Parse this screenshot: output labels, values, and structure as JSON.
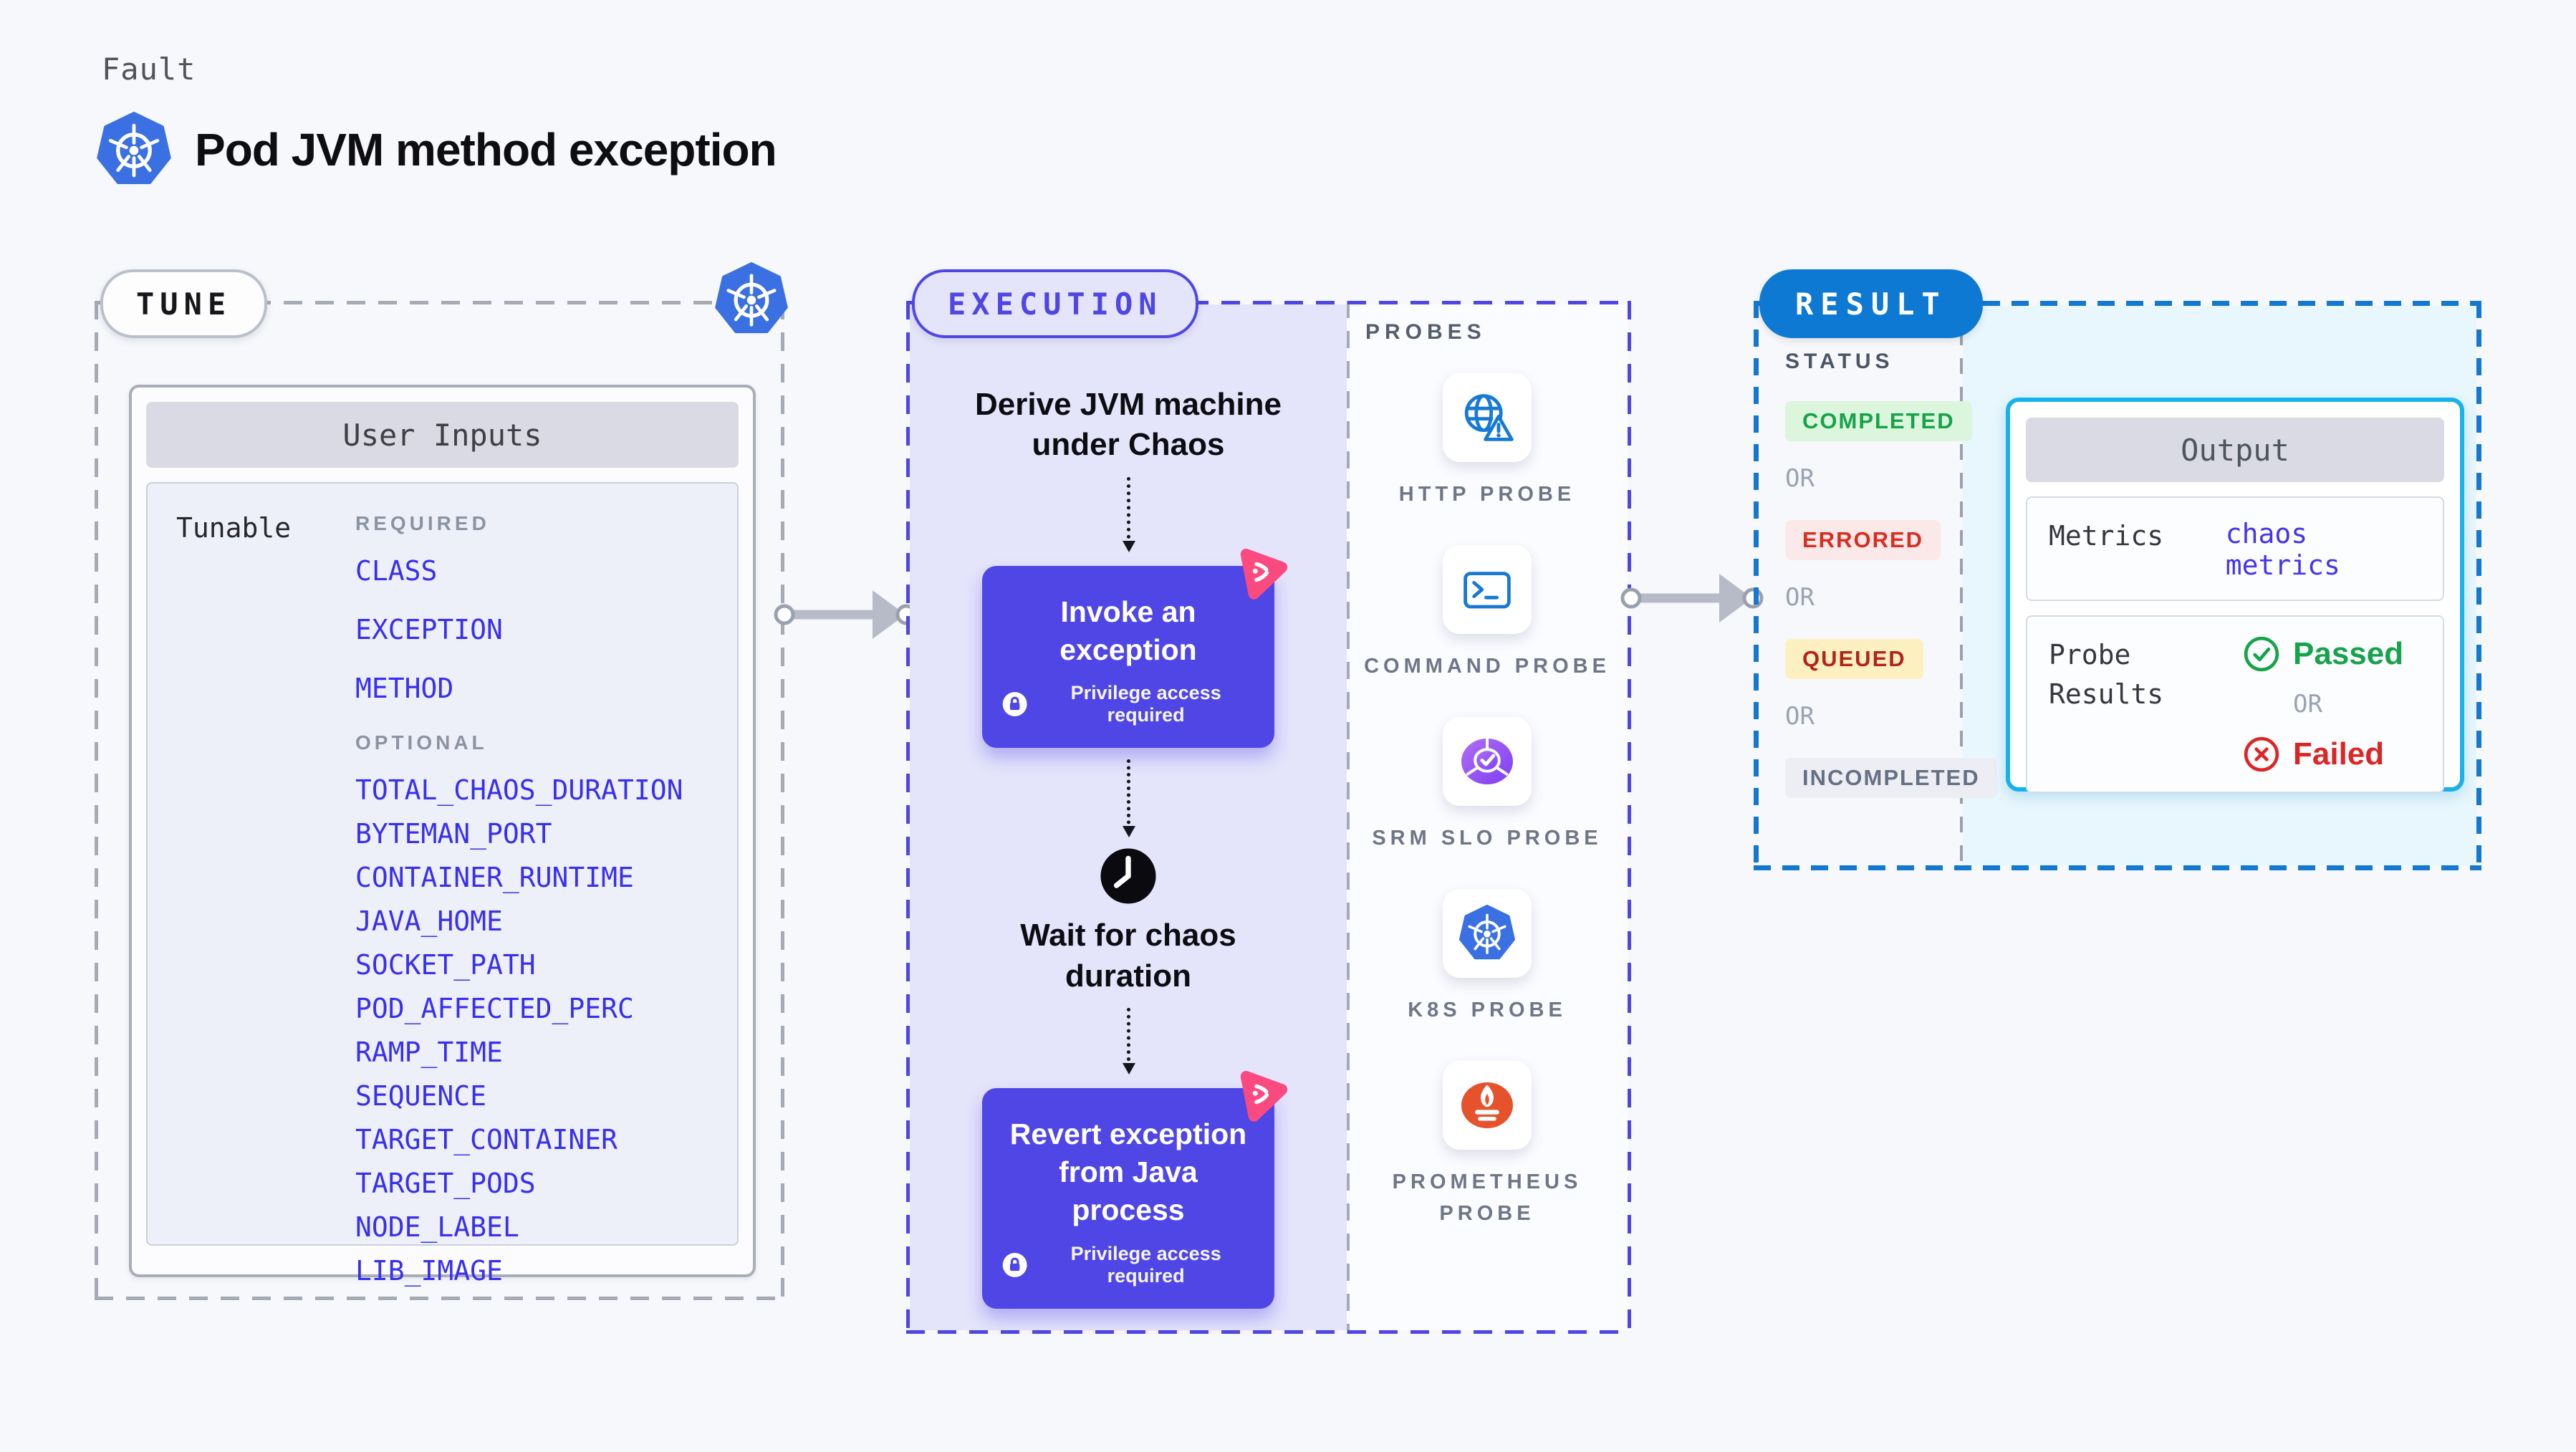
{
  "page": {
    "kicker": "Fault",
    "title": "Pod JVM method exception"
  },
  "tune": {
    "pill": "TUNE",
    "card_title": "User Inputs",
    "row_label": "Tunable",
    "groups": [
      {
        "label": "REQUIRED",
        "items": [
          "CLASS",
          "EXCEPTION",
          "METHOD"
        ]
      },
      {
        "label": "OPTIONAL",
        "items": [
          "TOTAL_CHAOS_DURATION",
          "BYTEMAN_PORT",
          "CONTAINER_RUNTIME",
          "JAVA_HOME",
          "SOCKET_PATH",
          "POD_AFFECTED_PERC",
          "RAMP_TIME",
          "SEQUENCE",
          "TARGET_CONTAINER",
          "TARGET_PODS",
          "NODE_LABEL",
          "LIB_IMAGE"
        ]
      }
    ]
  },
  "execution": {
    "pill": "EXECUTION",
    "derive": "Derive JVM machine under Chaos",
    "invoke_title": "Invoke an exception",
    "privilege": "Privilege access required",
    "wait": "Wait for chaos duration",
    "revert_title": "Revert exception from Java process"
  },
  "probes": {
    "heading": "PROBES",
    "items": [
      {
        "label": "HTTP PROBE",
        "icon": "globe-alert-icon"
      },
      {
        "label": "COMMAND PROBE",
        "icon": "terminal-icon"
      },
      {
        "label": "SRM SLO PROBE",
        "icon": "slo-pie-check-icon"
      },
      {
        "label": "K8S PROBE",
        "icon": "kubernetes-icon"
      },
      {
        "label": "PROMETHEUS PROBE",
        "icon": "prometheus-flame-icon"
      }
    ]
  },
  "result": {
    "pill": "RESULT",
    "status_heading": "STATUS",
    "or": "OR",
    "statuses": [
      {
        "label": "COMPLETED",
        "bg": "#dcf5dd",
        "color": "#16a34a"
      },
      {
        "label": "ERRORED",
        "bg": "#fbe9e9",
        "color": "#d92d20"
      },
      {
        "label": "QUEUED",
        "bg": "#fdf0c0",
        "color": "#b42318"
      },
      {
        "label": "INCOMPLETED",
        "bg": "#eceef4",
        "color": "#667085"
      }
    ],
    "output": {
      "title": "Output",
      "metrics_label": "Metrics",
      "metrics_value": "chaos metrics",
      "probe_label": "Probe Results",
      "passed": "Passed",
      "or": "OR",
      "failed": "Failed"
    }
  },
  "colors": {
    "accent_indigo": "#4f46e5",
    "tunable_blue": "#382ff0",
    "lavender_bg": "#e4e4fb",
    "result_blue": "#0e79d2",
    "result_cyan_bg": "#e8f6fd",
    "output_border": "#18b2ea",
    "chaos_pink": "#fb4a80",
    "k8s_blue": "#3a70e2",
    "probe_icon_blue": "#1779d6",
    "srm_purple": "#8b4bf3",
    "prometheus_orange": "#e6522c",
    "passed_green": "#16a34a",
    "failed_red": "#dc2626"
  }
}
